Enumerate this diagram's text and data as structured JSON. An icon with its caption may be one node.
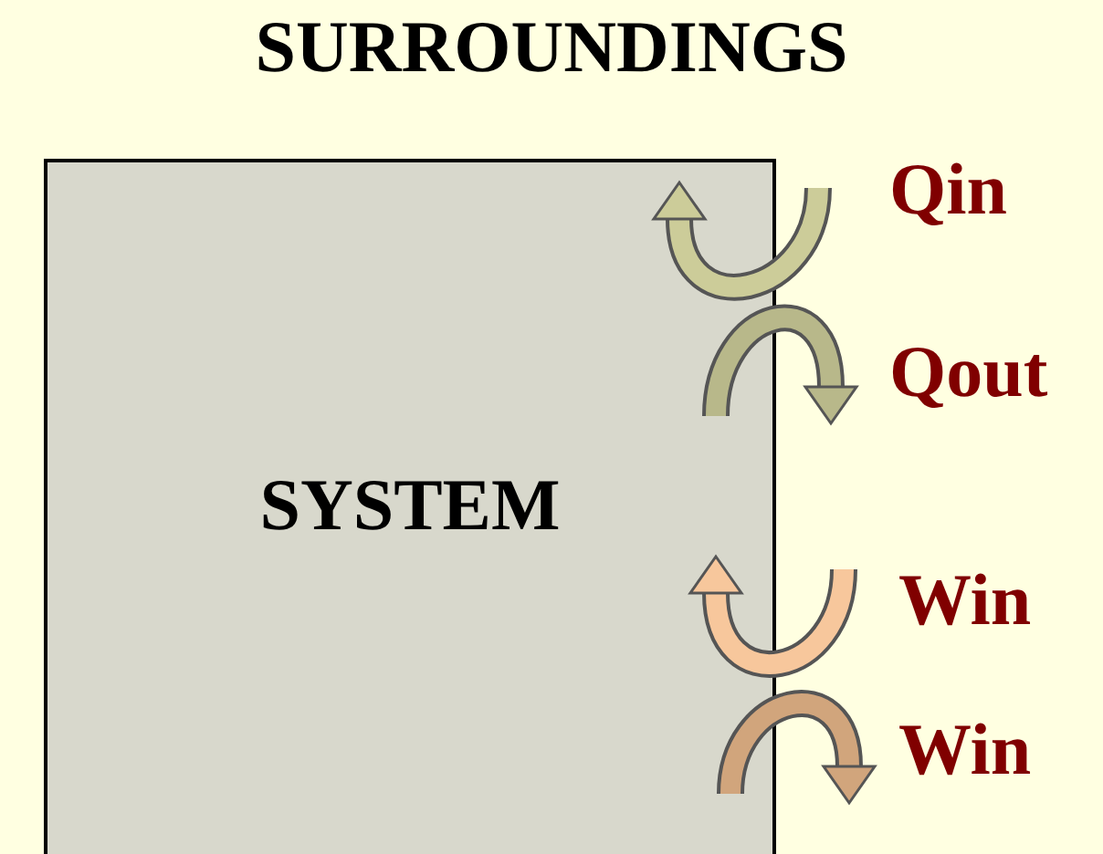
{
  "diagram": {
    "title": "SURROUNDINGS",
    "nodes": [
      {
        "text": [
          "SYSTEM"
        ]
      }
    ],
    "labels": [
      "Qin",
      "Qout",
      "Win",
      "Win"
    ]
  }
}
